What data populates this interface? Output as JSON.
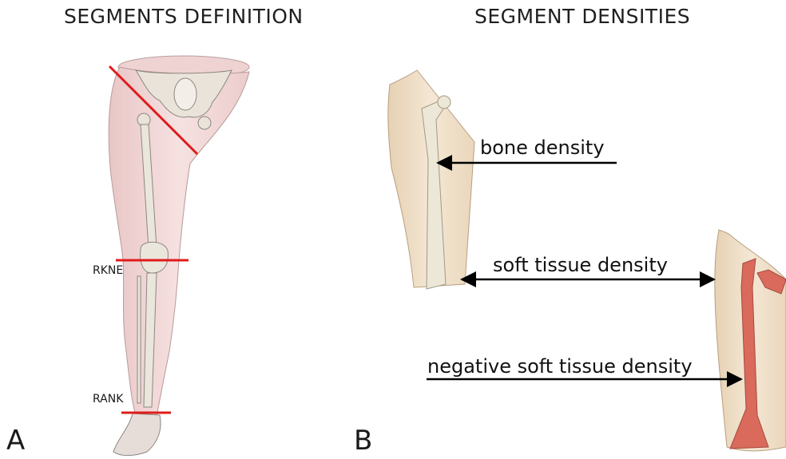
{
  "panel_a": {
    "title": "SEGMENTS DEFINITION",
    "letter": "A",
    "markers": [
      "RKNE",
      "RANK"
    ]
  },
  "panel_b": {
    "title": "SEGMENT DENSITIES",
    "letter": "B",
    "annotations": {
      "bone": "bone density",
      "soft": "soft tissue density",
      "negative": "negative soft tissue density"
    }
  },
  "colors": {
    "skin": "#f2d6d6",
    "bone": "#e6e2d6",
    "tissue": "#efe0c8",
    "negative": "#d96a5c",
    "cut_line": "#e01b1b",
    "arrow": "#000000"
  }
}
